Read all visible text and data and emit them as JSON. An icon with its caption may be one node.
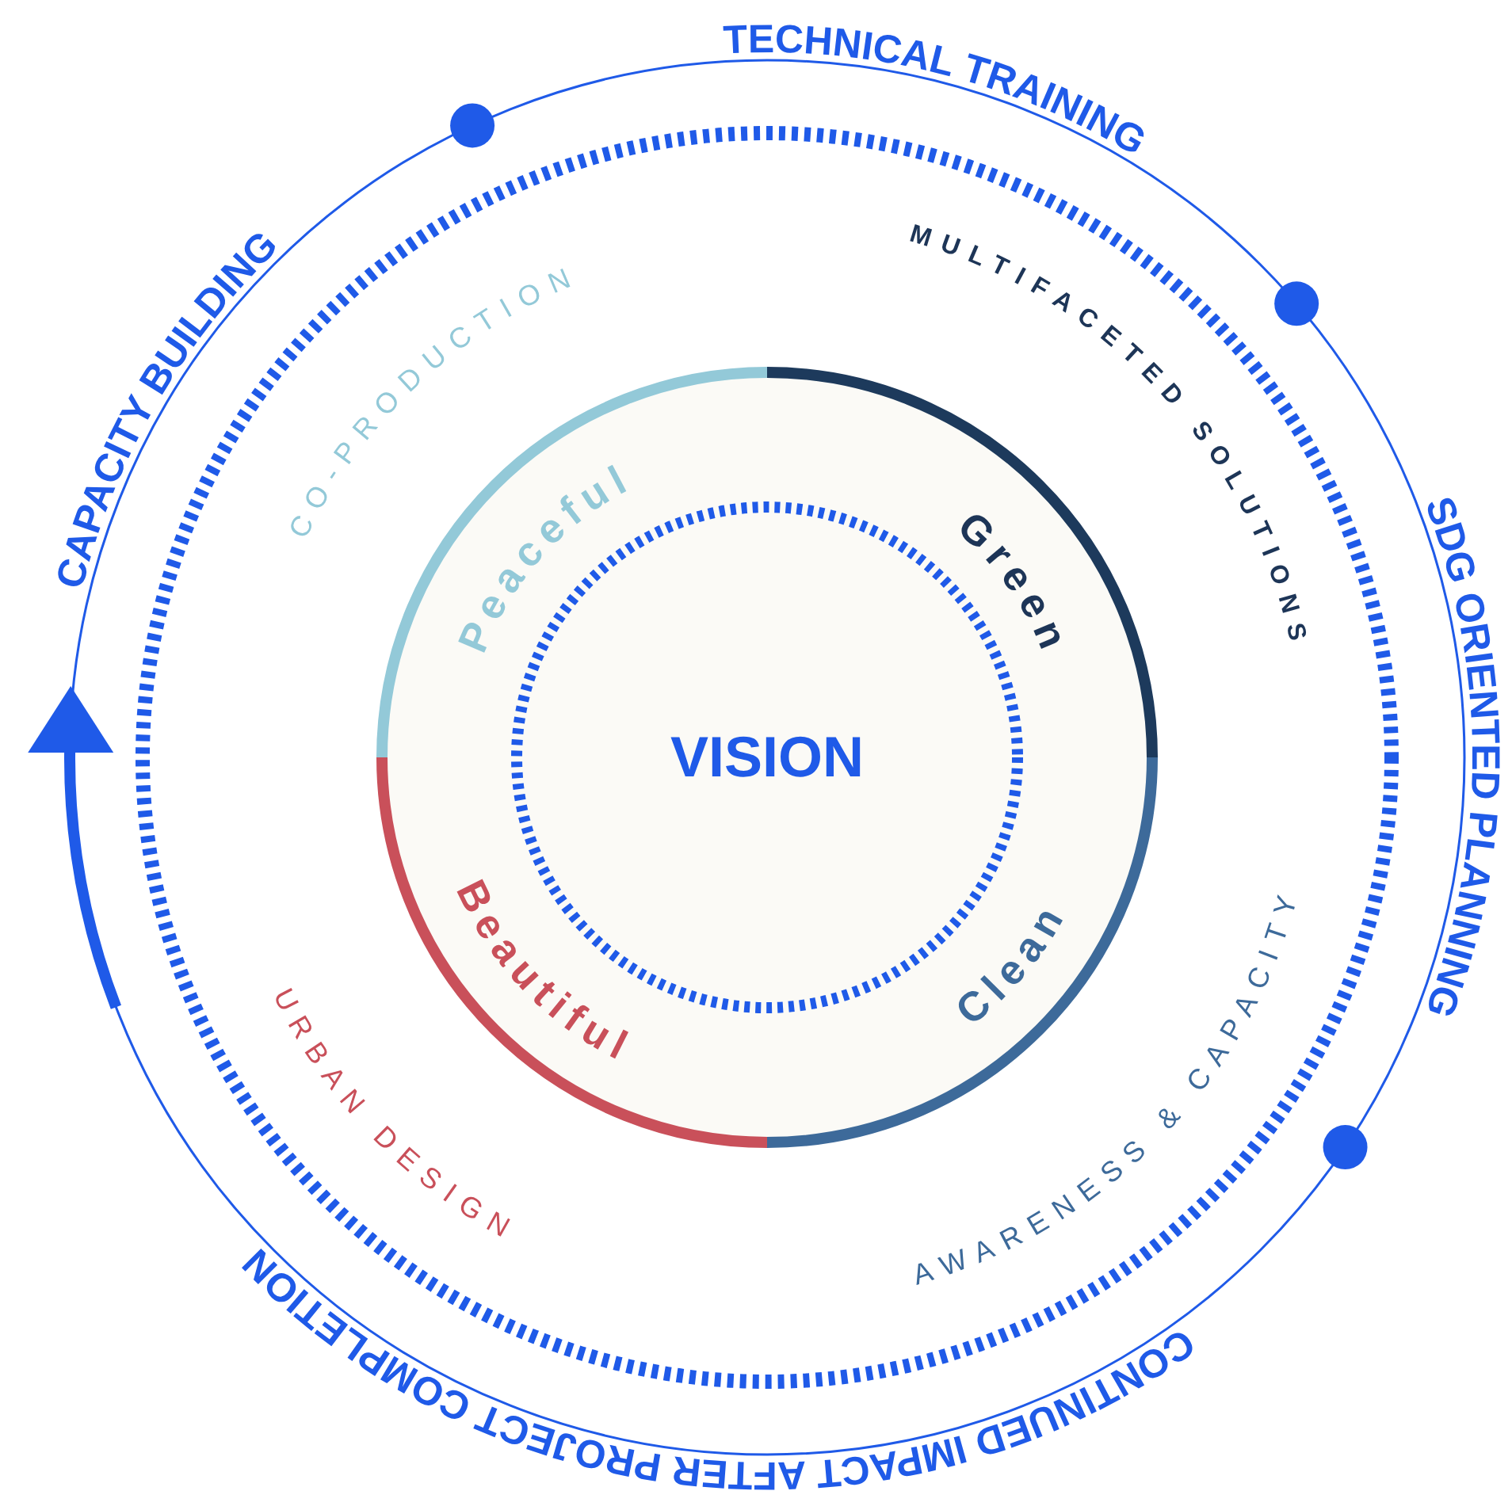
{
  "diagram": {
    "nodes": [
      {
        "text": [
          "VISION"
        ]
      }
    ],
    "labels": [
      "TECHNICAL TRAINING",
      "CAPACITY BUILDING",
      "CO-PRODUCTION",
      "MULTIFACETED SOLUTIONS",
      "SDG ORIENTED PLANNING",
      "Peaceful",
      "Green",
      "Beautiful",
      "Clean",
      "URBAN DESIGN",
      "AWARENESS & CAPACITY",
      "CONTINUED IMPACT AFTER PROJECT COMPLETION"
    ]
  }
}
